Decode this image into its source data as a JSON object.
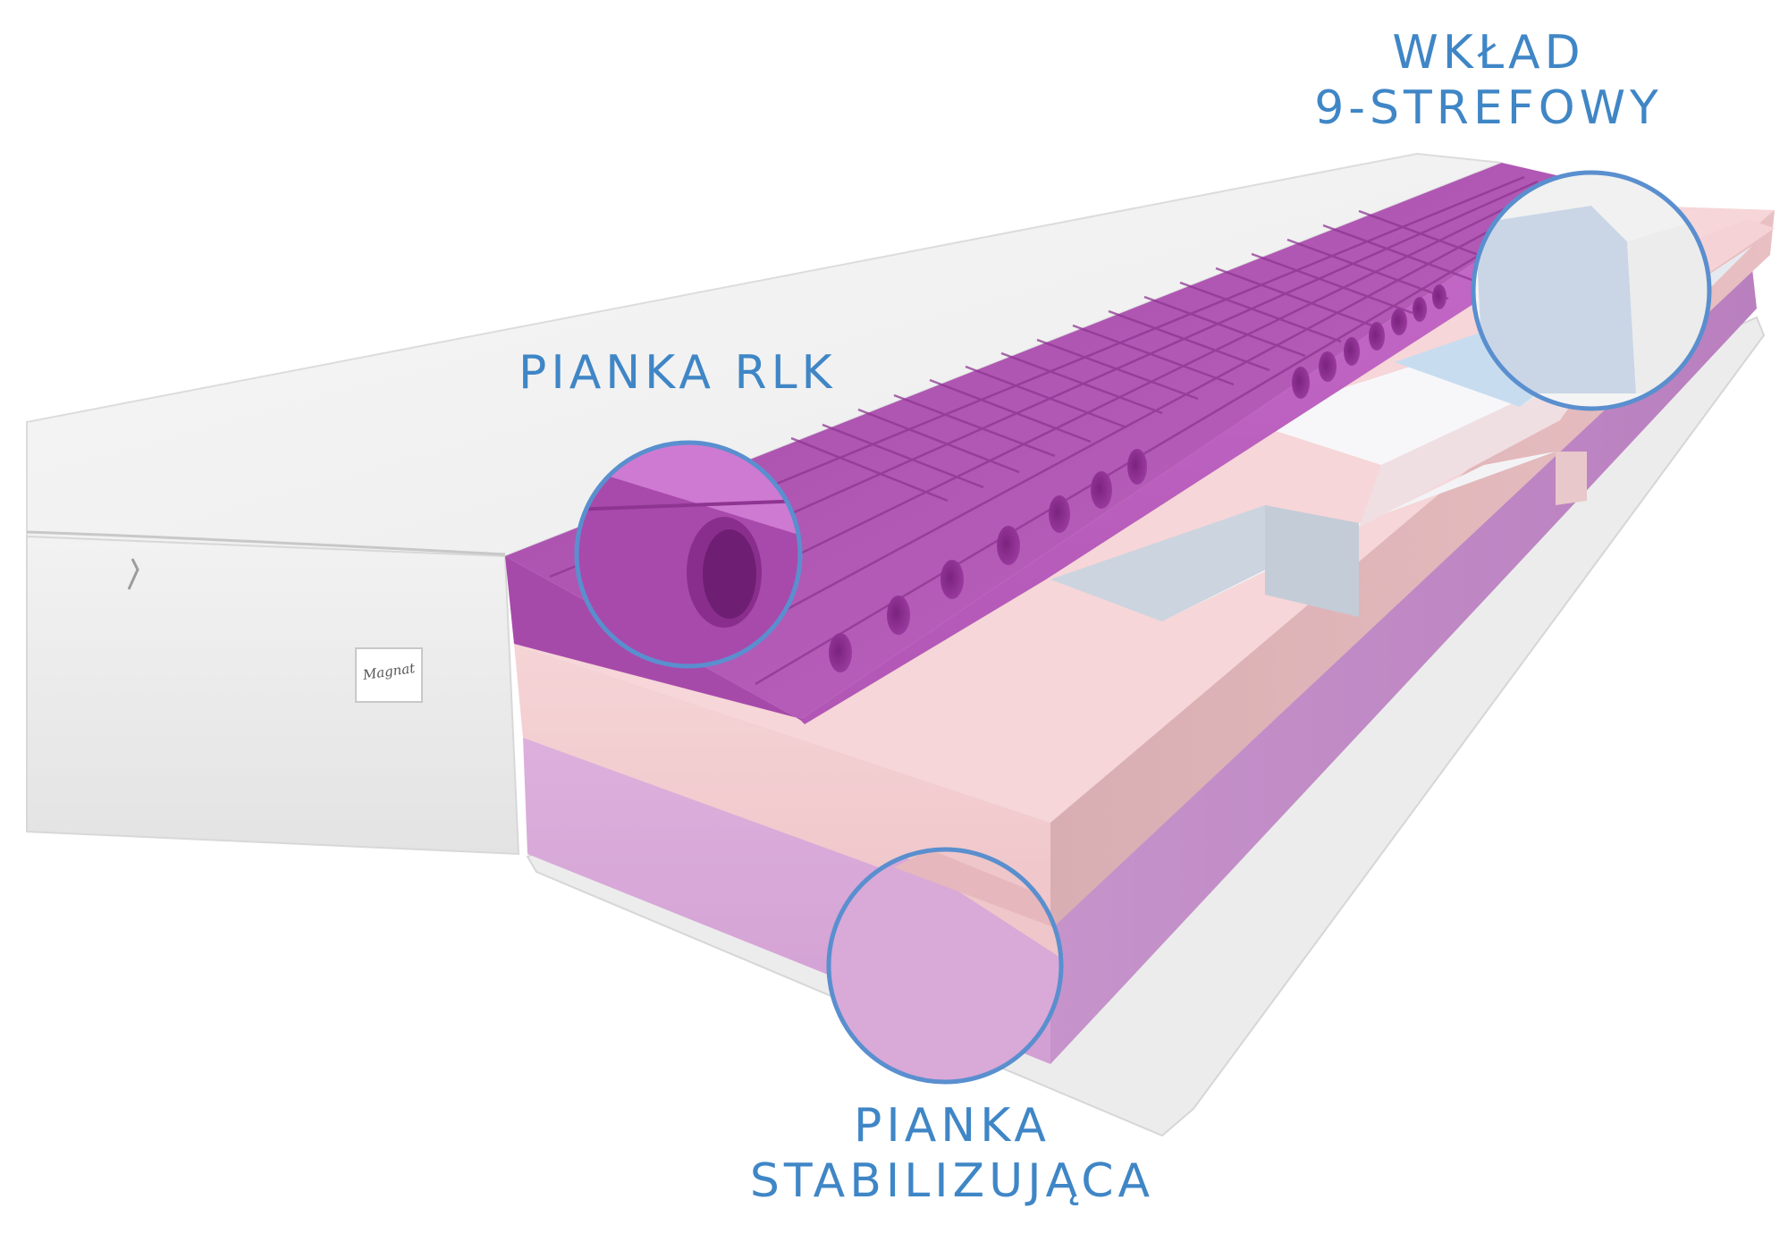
{
  "labels": {
    "insert": {
      "line1": "WKŁAD",
      "line2": "9-STREFOWY"
    },
    "rlk": {
      "line1": "PIANKA RLK"
    },
    "stabilizing": {
      "line1": "PIANKA",
      "line2": "STABILIZUJĄCA"
    }
  },
  "brand_tag": {
    "text": "Magnat"
  },
  "colors": {
    "label_text": "#3f86c6",
    "circle_stroke": "#5a8fcf",
    "purple_foam": "#b458b8",
    "pink_foam": "#f3cfd2",
    "lilac_foam": "#d8a9d8",
    "zone_blue": "#c3d9ee",
    "zone_grey": "#cdd4e0",
    "cover": "#f4f4f4"
  }
}
